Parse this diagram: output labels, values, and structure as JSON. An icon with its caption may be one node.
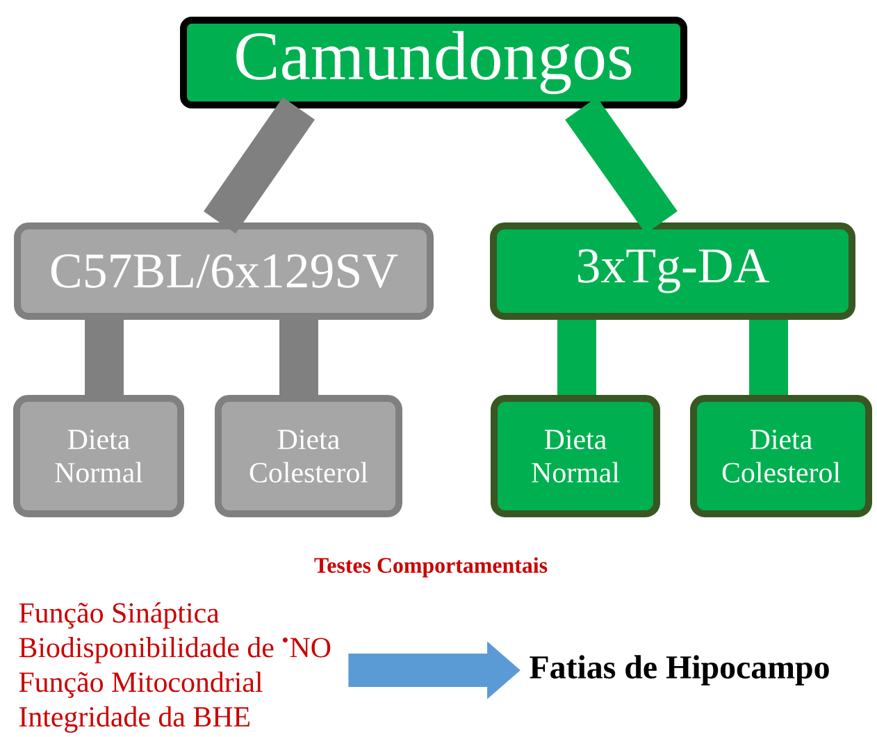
{
  "diagram": {
    "nodes": [
      {
        "text": [
          "Camundongos"
        ]
      },
      {
        "text": [
          "C57BL/6x129SV"
        ]
      },
      {
        "text": [
          "3xTg-DA"
        ]
      },
      {
        "text": [
          "Dieta Normal"
        ]
      },
      {
        "text": [
          "Dieta Colesterol"
        ]
      },
      {
        "text": [
          "Dieta Normal"
        ]
      },
      {
        "text": [
          "Dieta Colesterol"
        ]
      },
      {
        "text": [
          "Função Sináptica",
          "Biodisponibilidade de $^{•}$NO",
          "Função Mitocondrial",
          "Integridade da BHE"
        ]
      },
      {
        "text": [
          "Fatias de Hipocampo"
        ]
      }
    ],
    "edges": [
      {
        "from": 0,
        "to": 1,
        "arrow": "none",
        "color": "#808080"
      },
      {
        "from": 0,
        "to": 2,
        "arrow": "none",
        "color": "#00b050"
      },
      {
        "from": 1,
        "to": 3,
        "arrow": "none",
        "color": "#808080"
      },
      {
        "from": 1,
        "to": 4,
        "arrow": "none",
        "color": "#808080"
      },
      {
        "from": 2,
        "to": 5,
        "arrow": "none",
        "color": "#00b050"
      },
      {
        "from": 2,
        "to": 6,
        "arrow": "none",
        "color": "#00b050"
      },
      {
        "from": 7,
        "to": 8,
        "arrow": "to",
        "color": "#5b9bd5"
      }
    ],
    "labels": [
      "Testes Comportamentais"
    ]
  }
}
